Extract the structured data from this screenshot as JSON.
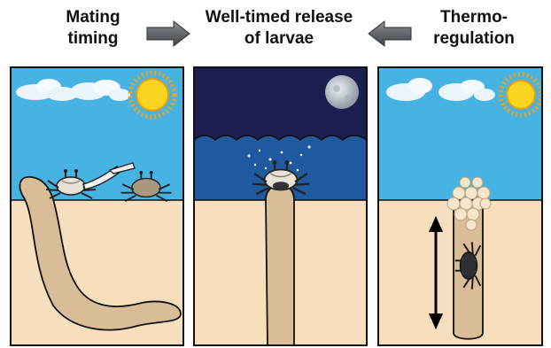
{
  "labels": {
    "left": [
      "Mating",
      "timing"
    ],
    "center": [
      "Well-timed release",
      "of larvae"
    ],
    "right": [
      "Thermo-",
      "regulation"
    ]
  },
  "colors": {
    "sky_day": "#47b3e2",
    "sky_night": "#1c2050",
    "sea": "#1f5aa0",
    "sand": "#f7dfbd",
    "burrow": "#d9bc98",
    "sun": "#f8d51e",
    "moon": "#c9d3dc",
    "arrow": "#5f6366"
  },
  "icons": [
    "sun-icon",
    "moon-icon",
    "cloud-icon",
    "crab-icon",
    "burrow-icon",
    "egg-cluster-icon",
    "double-arrow-icon"
  ]
}
